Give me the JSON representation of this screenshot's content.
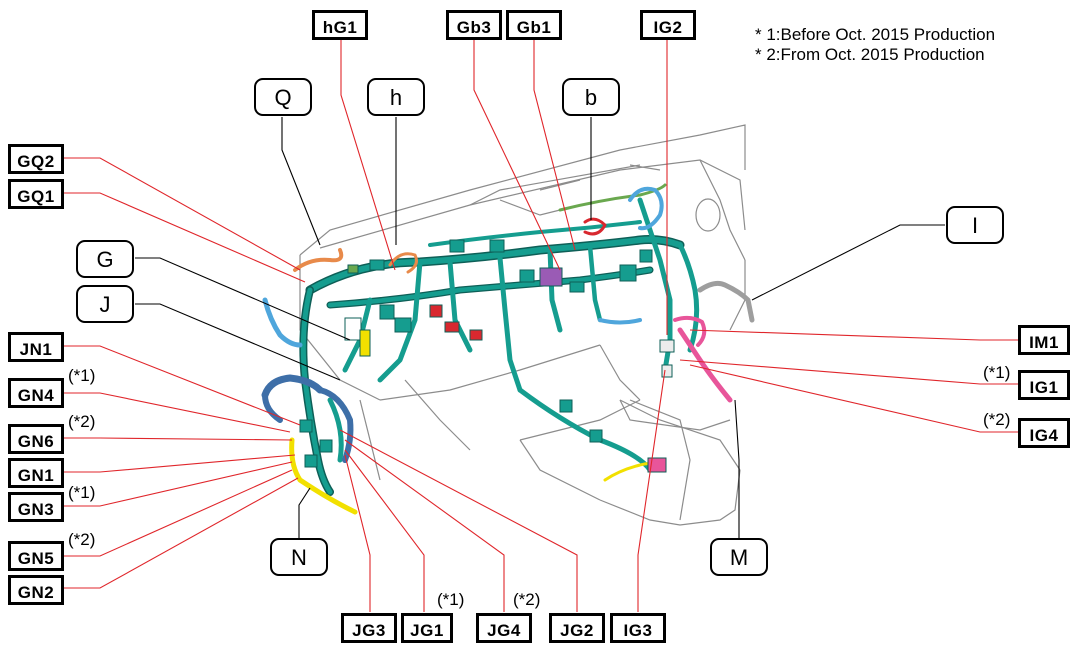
{
  "legend": [
    "* 1:Before Oct. 2015 Production",
    "* 2:From Oct. 2015 Production"
  ],
  "connectors": {
    "hG1": "hG1",
    "Gb3": "Gb3",
    "Gb1": "Gb1",
    "IG2": "IG2",
    "GQ2": "GQ2",
    "GQ1": "GQ1",
    "JN1": "JN1",
    "GN4": "GN4",
    "GN6": "GN6",
    "GN1": "GN1",
    "GN3": "GN3",
    "GN5": "GN5",
    "GN2": "GN2",
    "JG3": "JG3",
    "JG1": "JG1",
    "JG4": "JG4",
    "JG2": "JG2",
    "IG3": "IG3",
    "IM1": "IM1",
    "IG1": "IG1",
    "IG4": "IG4"
  },
  "harness_labels": {
    "Q": "Q",
    "h": "h",
    "b": "b",
    "I": "I",
    "G": "G",
    "J": "J",
    "N": "N",
    "M": "M"
  },
  "notes": {
    "gn4": "(*1)",
    "gn6": "(*2)",
    "gn3": "(*1)",
    "gn5": "(*2)",
    "jg1": "(*1)",
    "jg4": "(*2)",
    "ig1": "(*1)",
    "ig4": "(*2)"
  },
  "colors": {
    "harness_main": "#159d8f",
    "harness_dark": "#0e5f57",
    "harness_blue": "#4fa6dc",
    "harness_yellow": "#f2e000",
    "harness_pink": "#e8559a",
    "harness_red": "#d8282f",
    "harness_orange": "#e88a4a",
    "harness_gray": "#bdbdbd",
    "harness_purple": "#9a5bb5",
    "leader_line": "#e0262b"
  }
}
